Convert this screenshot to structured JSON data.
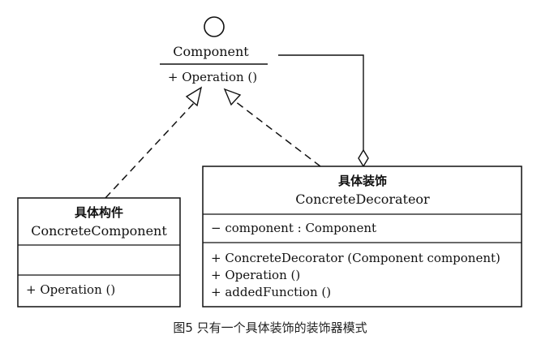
{
  "diagram": {
    "interface": {
      "name": "Component",
      "operation": "+ Operation ()"
    },
    "concrete_component": {
      "title_cn": "具体构件",
      "name": "ConcreteComponent",
      "operation": "+ Operation ()"
    },
    "concrete_decorator": {
      "title_cn": "具体装饰",
      "name": "ConcreteDecorateor",
      "attribute": "− component : Component",
      "operations": [
        "+ ConcreteDecorator (Component component)",
        "+ Operation ()",
        "+ addedFunction ()"
      ]
    }
  },
  "caption": "图5 只有一个具体装饰的装饰器模式"
}
